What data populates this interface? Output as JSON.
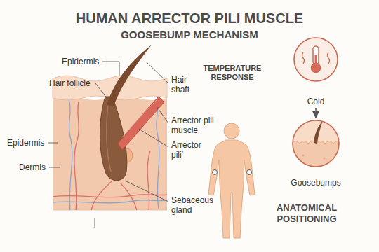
{
  "diagram": {
    "title": "HUMAN ARRECTOR PILI MUSCLE",
    "nodes": [
      {
        "text": [
          "Cold"
        ]
      },
      {
        "text": [
          "Goosebumps"
        ]
      }
    ],
    "edges": [
      {
        "from": 0,
        "to": 1,
        "arrow": "to"
      }
    ],
    "labels": [
      "GOOSEBUMP MECHANISM",
      "Epidermis",
      "Hair follicle",
      "Epidermis",
      "Dermis",
      "Hair shaft",
      "Arrector pili muscle",
      "Arrector pili'",
      "Sebaceous gland",
      "TEMPERATURE RESPONSE",
      "ANATOMICAL POSITIONING"
    ]
  }
}
